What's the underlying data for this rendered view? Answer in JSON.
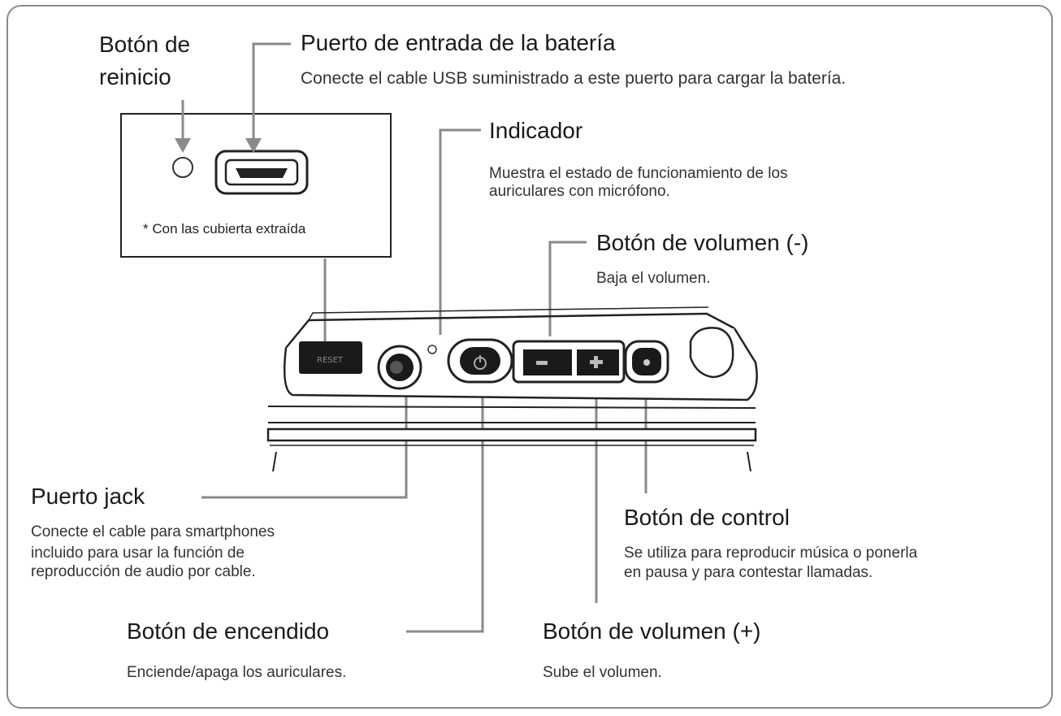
{
  "labels": {
    "reset": {
      "title_line1": "Botón de",
      "title_line2": "reinicio"
    },
    "battery_port": {
      "title": "Puerto de entrada de la batería",
      "desc": "Conecte el cable USB suministrado a este puerto para cargar la batería."
    },
    "indicator": {
      "title": "Indicador",
      "desc_line1": "Muestra el estado de funcionamiento de los",
      "desc_line2": "auriculares con micrófono."
    },
    "volume_down": {
      "title": "Botón de volumen (-)",
      "desc": "Baja el volumen."
    },
    "jack_port": {
      "title": "Puerto jack",
      "desc_line1": "Conecte el cable para smartphones",
      "desc_line2": "incluido para usar la función de",
      "desc_line3": "reproducción de audio por cable."
    },
    "control": {
      "title": "Botón de control",
      "desc_line1": "Se utiliza para reproducir música o ponerla",
      "desc_line2": "en pausa y para contestar llamadas."
    },
    "power": {
      "title": "Botón de encendido",
      "desc": "Enciende/apaga los auriculares."
    },
    "volume_up": {
      "title": "Botón de volumen (+)",
      "desc": "Sube el volumen."
    }
  },
  "inset": {
    "note": "* Con las cubierta extraída"
  },
  "colors": {
    "line": "#8a8a8a",
    "device_stroke": "#222222",
    "device_dark": "#1a1a1a"
  }
}
